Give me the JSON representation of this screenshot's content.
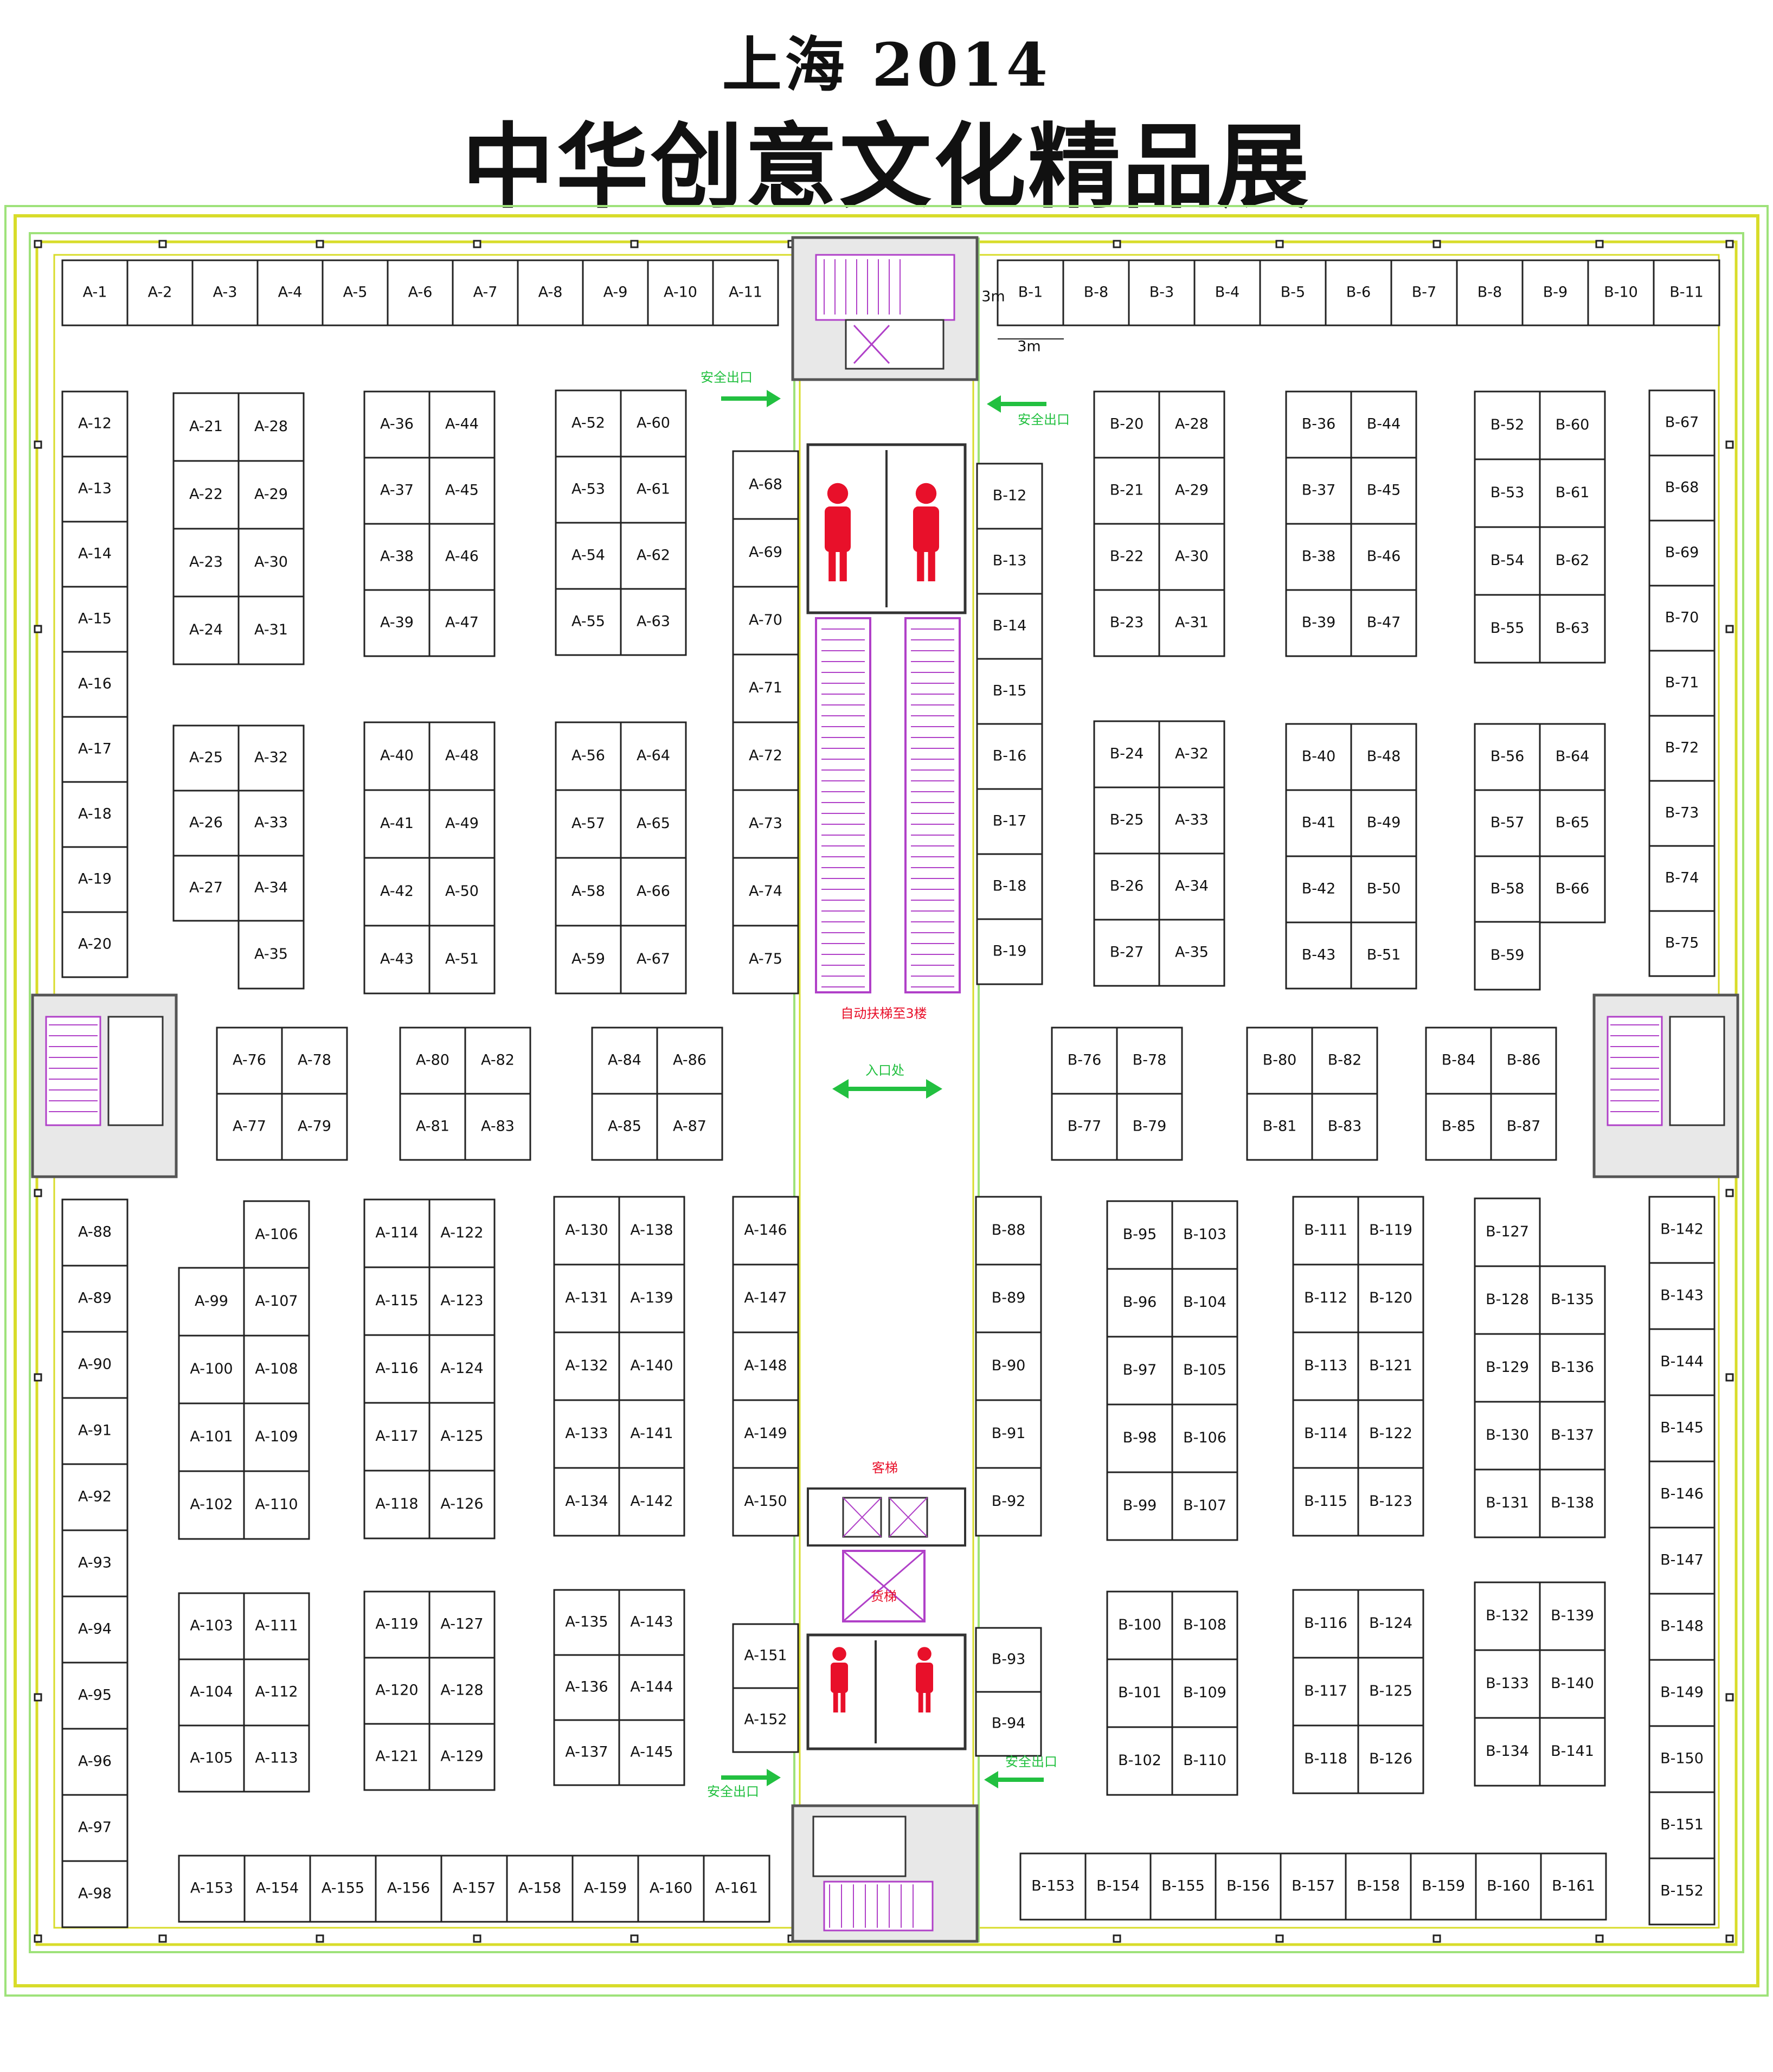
{
  "title": "上海 2014",
  "subtitle": "中华创意文化精品展",
  "labels": {
    "exit": "安全出口",
    "entrance": "入口处",
    "escalator": "自动扶梯至3楼",
    "passenger_lift": "客梯",
    "freight_lift": "货梯",
    "dim_3m": "3m"
  },
  "colors": {
    "booth_border": "#222222",
    "outline_yellow": "#d8dc2a",
    "outline_green": "#9ee27a",
    "escalator": "#b040c8",
    "restroom": "#e8102a",
    "arrow_green": "#22c040"
  },
  "booths": {
    "a_top": [
      "A-1",
      "A-2",
      "A-3",
      "A-4",
      "A-5",
      "A-6",
      "A-7",
      "A-8",
      "A-9",
      "A-10",
      "A-11"
    ],
    "b_top": [
      "B-1",
      "B-8",
      "B-3",
      "B-4",
      "B-5",
      "B-6",
      "B-7",
      "B-8",
      "B-9",
      "B-10",
      "B-11"
    ],
    "a_left_upper": [
      "A-12",
      "A-13",
      "A-14",
      "A-15",
      "A-16",
      "A-17",
      "A-18",
      "A-19",
      "A-20"
    ],
    "a_block1": [
      "A-21",
      "A-28",
      "A-22",
      "A-29",
      "A-23",
      "A-30",
      "A-24",
      "A-31"
    ],
    "a_block2": [
      "A-36",
      "A-44",
      "A-37",
      "A-45",
      "A-38",
      "A-46",
      "A-39",
      "A-47"
    ],
    "a_block3": [
      "A-52",
      "A-60",
      "A-53",
      "A-61",
      "A-54",
      "A-62",
      "A-55",
      "A-63"
    ],
    "a_block4": [
      "A-25",
      "A-32",
      "A-26",
      "A-33",
      "A-27",
      "A-34"
    ],
    "a_block4_extra": "A-35",
    "a_block5": [
      "A-40",
      "A-48",
      "A-41",
      "A-49",
      "A-42",
      "A-50",
      "A-43",
      "A-51"
    ],
    "a_block6": [
      "A-56",
      "A-64",
      "A-57",
      "A-65",
      "A-58",
      "A-66",
      "A-59",
      "A-67"
    ],
    "a_center_col": [
      "A-68",
      "A-69",
      "A-70",
      "A-71",
      "A-72",
      "A-73",
      "A-74",
      "A-75"
    ],
    "b_center_col": [
      "B-12",
      "B-13",
      "B-14",
      "B-15",
      "B-16",
      "B-17",
      "B-18",
      "B-19"
    ],
    "b_block1": [
      "B-20",
      "A-28",
      "B-21",
      "A-29",
      "B-22",
      "A-30",
      "B-23",
      "A-31"
    ],
    "b_block2": [
      "B-36",
      "B-44",
      "B-37",
      "B-45",
      "B-38",
      "B-46",
      "B-39",
      "B-47"
    ],
    "b_block3": [
      "B-52",
      "B-60",
      "B-53",
      "B-61",
      "B-54",
      "B-62",
      "B-55",
      "B-63"
    ],
    "b_right_upper": [
      "B-67",
      "B-68",
      "B-69",
      "B-70",
      "B-71",
      "B-72",
      "B-73",
      "B-74",
      "B-75"
    ],
    "b_block4": [
      "B-24",
      "A-32",
      "B-25",
      "A-33",
      "B-26",
      "A-34",
      "B-27",
      "A-35"
    ],
    "b_block5": [
      "B-40",
      "B-48",
      "B-41",
      "B-49",
      "B-42",
      "B-50",
      "B-43",
      "B-51"
    ],
    "b_block6": [
      "B-56",
      "B-64",
      "B-57",
      "B-65",
      "B-58",
      "B-66"
    ],
    "b_block6_extra": "B-59",
    "a_mid1": [
      "A-76",
      "A-78",
      "A-77",
      "A-79"
    ],
    "a_mid2": [
      "A-80",
      "A-82",
      "A-81",
      "A-83"
    ],
    "a_mid3": [
      "A-84",
      "A-86",
      "A-85",
      "A-87"
    ],
    "b_mid1": [
      "B-76",
      "B-78",
      "B-77",
      "B-79"
    ],
    "b_mid2": [
      "B-80",
      "B-82",
      "B-81",
      "B-83"
    ],
    "b_mid3": [
      "B-84",
      "B-86",
      "B-85",
      "B-87"
    ],
    "a_left_lower": [
      "A-88",
      "A-89",
      "A-90",
      "A-91",
      "A-92",
      "A-93",
      "A-94",
      "A-95",
      "A-96",
      "A-97",
      "A-98"
    ],
    "a_block7_top": "A-106",
    "a_block7": [
      "A-99",
      "A-107",
      "A-100",
      "A-108",
      "A-101",
      "A-109",
      "A-102",
      "A-110"
    ],
    "a_block8": [
      "A-114",
      "A-122",
      "A-115",
      "A-123",
      "A-116",
      "A-124",
      "A-117",
      "A-125",
      "A-118",
      "A-126"
    ],
    "a_block9": [
      "A-130",
      "A-138",
      "A-131",
      "A-139",
      "A-132",
      "A-140",
      "A-133",
      "A-141",
      "A-134",
      "A-142"
    ],
    "a_center_col2": [
      "A-146",
      "A-147",
      "A-148",
      "A-149",
      "A-150"
    ],
    "a_block10": [
      "A-103",
      "A-111",
      "A-104",
      "A-112",
      "A-105",
      "A-113"
    ],
    "a_block11": [
      "A-119",
      "A-127",
      "A-120",
      "A-128",
      "A-121",
      "A-129"
    ],
    "a_block12": [
      "A-135",
      "A-143",
      "A-136",
      "A-144",
      "A-137",
      "A-145"
    ],
    "a_center_col3": [
      "A-151",
      "A-152"
    ],
    "a_bottom": [
      "A-153",
      "A-154",
      "A-155",
      "A-156",
      "A-157",
      "A-158",
      "A-159",
      "A-160",
      "A-161"
    ],
    "b_center_col2": [
      "B-88",
      "B-89",
      "B-90",
      "B-91",
      "B-92"
    ],
    "b_block7": [
      "B-95",
      "B-103",
      "B-96",
      "B-104",
      "B-97",
      "B-105",
      "B-98",
      "B-106",
      "B-99",
      "B-107"
    ],
    "b_block8": [
      "B-111",
      "B-119",
      "B-112",
      "B-120",
      "B-113",
      "B-121",
      "B-114",
      "B-122",
      "B-115",
      "B-123"
    ],
    "b_block9_top": "B-127",
    "b_block9": [
      "B-128",
      "B-135",
      "B-129",
      "B-136",
      "B-130",
      "B-137",
      "B-131",
      "B-138"
    ],
    "b_right_lower": [
      "B-142",
      "B-143",
      "B-144",
      "B-145",
      "B-146",
      "B-147",
      "B-148",
      "B-149",
      "B-150",
      "B-151",
      "B-152"
    ],
    "b_center_col3": [
      "B-93",
      "B-94"
    ],
    "b_block10": [
      "B-100",
      "B-108",
      "B-101",
      "B-109",
      "B-102",
      "B-110"
    ],
    "b_block11": [
      "B-116",
      "B-124",
      "B-117",
      "B-125",
      "B-118",
      "B-126"
    ],
    "b_block12": [
      "B-132",
      "B-139",
      "B-133",
      "B-140",
      "B-134",
      "B-141"
    ],
    "b_bottom": [
      "B-153",
      "B-154",
      "B-155",
      "B-156",
      "B-157",
      "B-158",
      "B-159",
      "B-160",
      "B-161"
    ]
  }
}
